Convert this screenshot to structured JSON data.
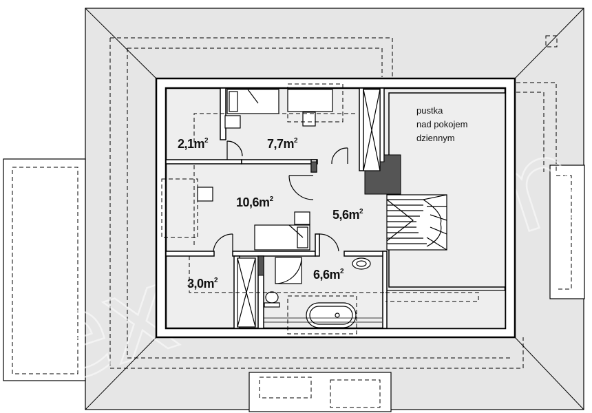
{
  "plan": {
    "rooms": [
      {
        "id": "room-2-1",
        "area": "2,1",
        "unit": "m",
        "exp": "2"
      },
      {
        "id": "room-7-7",
        "area": "7,7",
        "unit": "m",
        "exp": "2"
      },
      {
        "id": "room-10-6",
        "area": "10,6",
        "unit": "m",
        "exp": "2"
      },
      {
        "id": "room-5-6",
        "area": "5,6",
        "unit": "m",
        "exp": "2"
      },
      {
        "id": "room-3-0",
        "area": "3,0",
        "unit": "m",
        "exp": "2"
      },
      {
        "id": "room-6-6",
        "area": "6,6",
        "unit": "m",
        "exp": "2"
      }
    ],
    "void_note": {
      "line1": "pustka",
      "line2": "nad pokojem",
      "line3": "dziennym"
    },
    "watermark": "extradom",
    "colors": {
      "roof": "#e6e6e6",
      "floor": "#eeeeee",
      "wall": "#000000",
      "wall_fill": "#555555",
      "dashed": "#000000"
    }
  }
}
